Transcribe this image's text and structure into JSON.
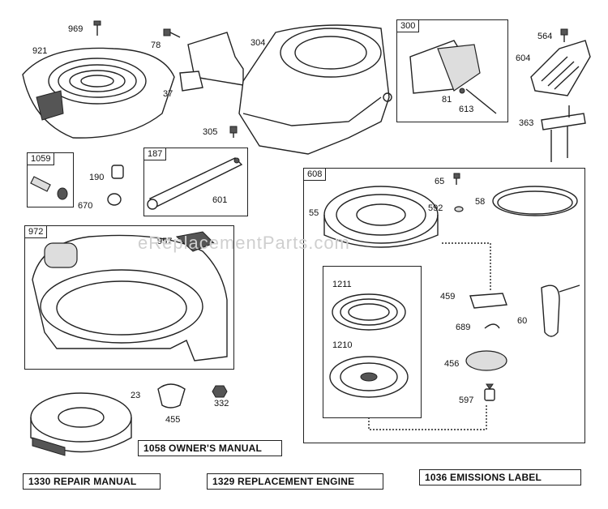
{
  "watermark": "eReplacementParts.com",
  "boxes": [
    {
      "id": "300",
      "label": "300"
    },
    {
      "id": "1059",
      "label": "1059"
    },
    {
      "id": "187",
      "label": "187"
    },
    {
      "id": "972",
      "label": "972"
    },
    {
      "id": "608",
      "label": "608"
    }
  ],
  "parts": [
    "969",
    "921",
    "78",
    "37",
    "304",
    "305",
    "81",
    "613",
    "564",
    "604",
    "363",
    "190",
    "670",
    "601",
    "957",
    "65",
    "592",
    "58",
    "55",
    "1211",
    "459",
    "60",
    "689",
    "1210",
    "456",
    "597",
    "23",
    "455",
    "332"
  ],
  "plates": {
    "owners_manual": "1058 OWNER'S MANUAL",
    "repair_manual": "1330 REPAIR MANUAL",
    "replacement_engine": "1329 REPLACEMENT ENGINE",
    "emissions_label": "1036 EMISSIONS LABEL"
  }
}
